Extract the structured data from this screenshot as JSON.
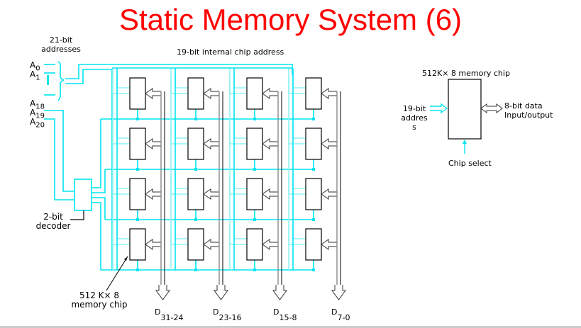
{
  "title": "Static Memory System (6)",
  "labels": {
    "addresses": "21-bit\naddresses",
    "internal_address": "19-bit internal chip address",
    "decoder": "2-bit\ndecoder",
    "chip_callout": "512 K× 8\nmemory chip"
  },
  "address_lines": [
    {
      "base": "A",
      "sub": "0"
    },
    {
      "base": "A",
      "sub": "1"
    },
    {
      "base": "A",
      "sub": "18"
    },
    {
      "base": "A",
      "sub": "19"
    },
    {
      "base": "A",
      "sub": "20"
    }
  ],
  "data_outputs": [
    {
      "base": "D",
      "sub": "31-24"
    },
    {
      "base": "D",
      "sub": "23-16"
    },
    {
      "base": "D",
      "sub": "15-8"
    },
    {
      "base": "D",
      "sub": "7-0"
    }
  ],
  "grid": {
    "rows": 4,
    "columns": 4
  },
  "legend_chip": {
    "title": "512K× 8  memory chip",
    "address_label": "19-bit\naddres\ns",
    "data_label": "8-bit data\nInput/output",
    "chip_select_label": "Chip select"
  },
  "colors": {
    "title": "#ff0000",
    "address_bus": "#00e5ee",
    "data_bus": "#888888",
    "outline": "#000000"
  }
}
